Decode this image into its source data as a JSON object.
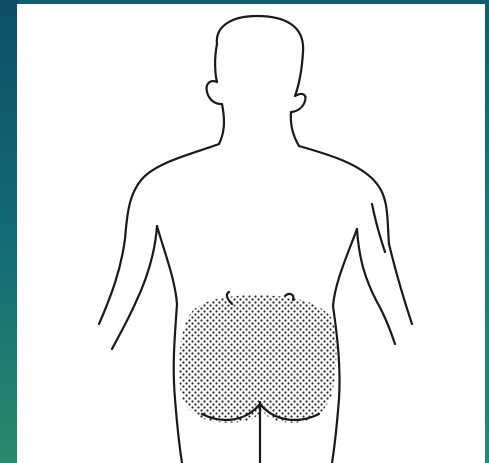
{
  "slide": {
    "background_color": "#17707c",
    "panel_color": "#ffffff"
  },
  "figure": {
    "subject": "back-view-body-outline",
    "highlight_region": "lower-back-and-buttocks",
    "highlight_pattern": "stippled-dots",
    "line_color": "#1a1a1a"
  }
}
